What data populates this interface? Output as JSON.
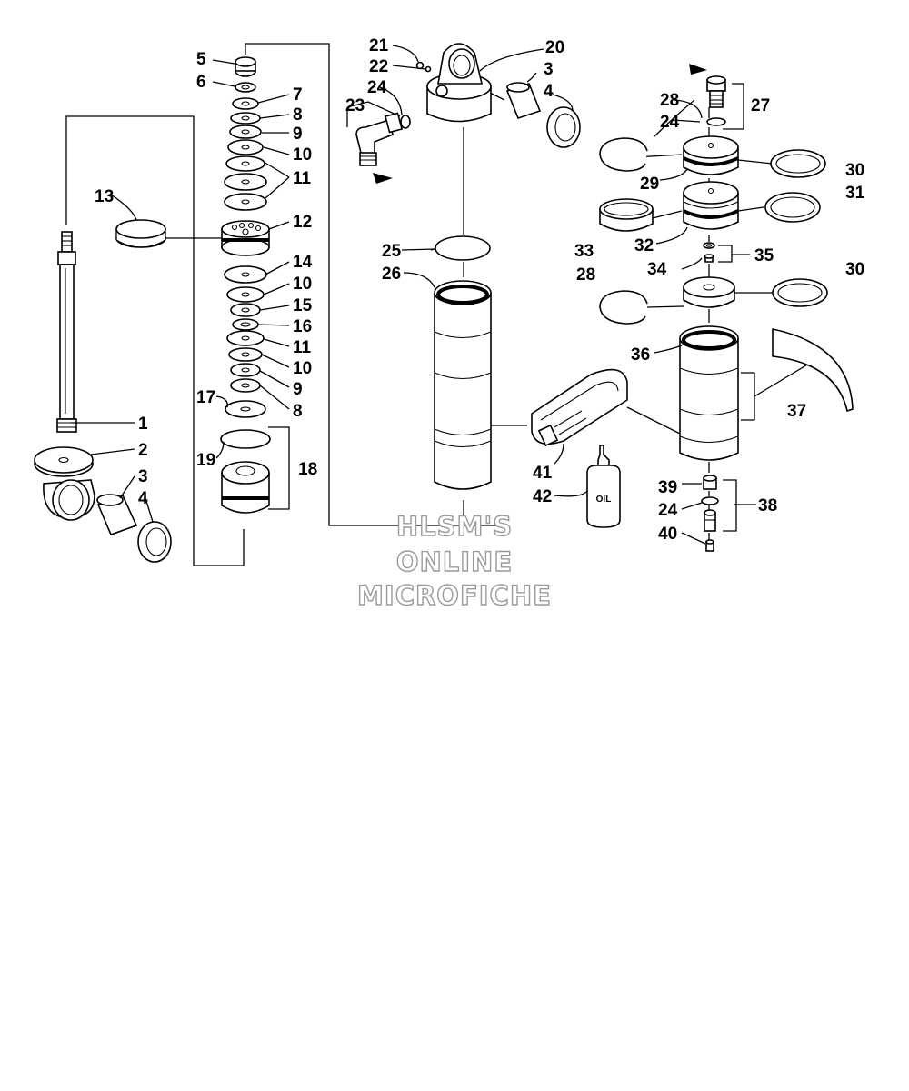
{
  "diagram": {
    "callouts": {
      "c1": "1",
      "c2": "2",
      "c3a": "3",
      "c4a": "4",
      "c3b": "3",
      "c4b": "4",
      "c5": "5",
      "c6": "6",
      "c7": "7",
      "c8a": "8",
      "c9a": "9",
      "c10a": "10",
      "c11a": "11",
      "c12": "12",
      "c13": "13",
      "c14": "14",
      "c10b": "10",
      "c15": "15",
      "c16": "16",
      "c11b": "11",
      "c10c": "10",
      "c9b": "9",
      "c17": "17",
      "c8b": "8",
      "c18": "18",
      "c19": "19",
      "c20": "20",
      "c21": "21",
      "c22": "22",
      "c23": "23",
      "c24a": "24",
      "c25": "25",
      "c26": "26",
      "c27": "27",
      "c24b": "24",
      "c28a": "28",
      "c29": "29",
      "c30a": "30",
      "c31": "31",
      "c32": "32",
      "c33": "33",
      "c35": "35",
      "c34": "34",
      "c28b": "28",
      "c30b": "30",
      "c36": "36",
      "c37": "37",
      "c41": "41",
      "c42": "42",
      "c39": "39",
      "c24c": "24",
      "c38": "38",
      "c40": "40"
    },
    "oil_label": "OIL",
    "watermark": [
      "HLSM'S",
      "ONLINE",
      "MICROFICHE"
    ]
  }
}
